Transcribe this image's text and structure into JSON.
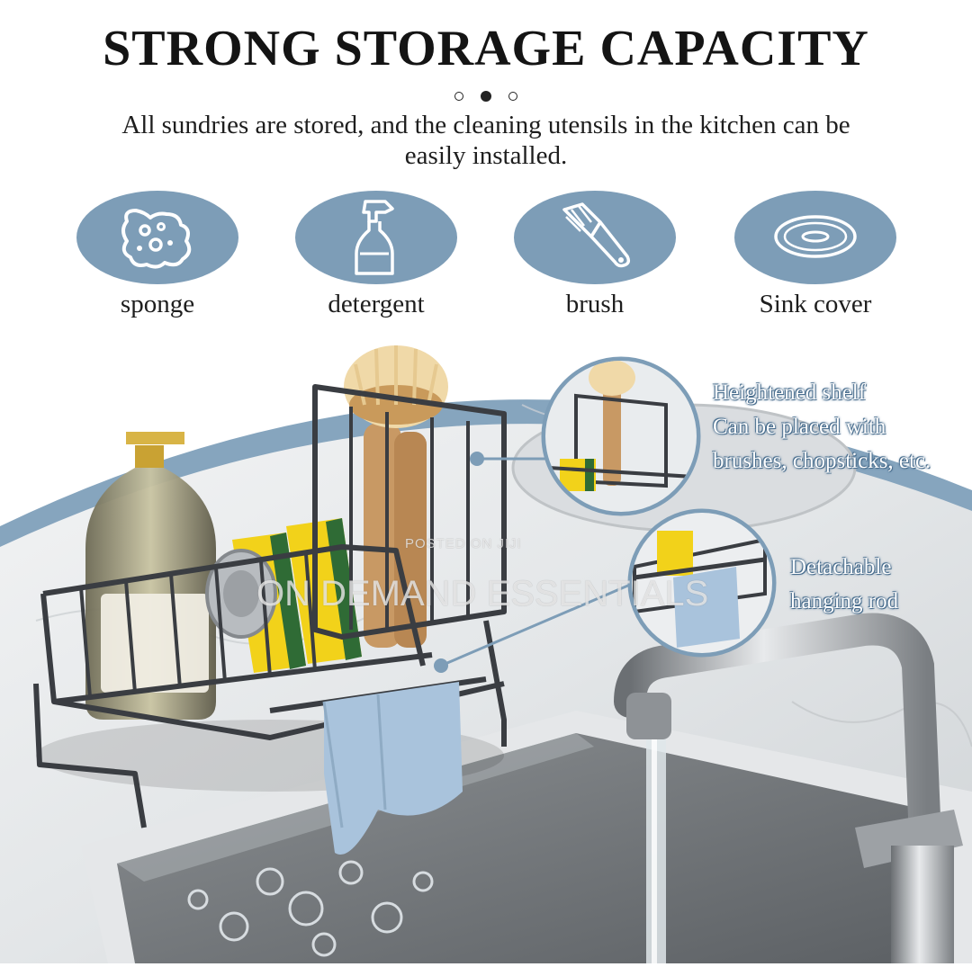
{
  "header": {
    "title": "STRONG STORAGE CAPACITY",
    "subtitle_line1": "All sundries are stored, and the cleaning utensils in the kitchen can be",
    "subtitle_line2": "easily installed."
  },
  "pagination": {
    "count": 3,
    "active_index": 1
  },
  "features": [
    {
      "label": "sponge",
      "icon": "sponge-icon"
    },
    {
      "label": "detergent",
      "icon": "spray-bottle-icon"
    },
    {
      "label": "brush",
      "icon": "brush-icon"
    },
    {
      "label": "Sink cover",
      "icon": "sink-cover-icon"
    }
  ],
  "callouts": [
    {
      "line1": "Heightened shelf",
      "line2": "Can be placed with",
      "line3": "brushes, chopsticks, etc."
    },
    {
      "line1": "Detachable",
      "line2": "hanging rod"
    }
  ],
  "watermark": {
    "small": "POSTED ON JIJI",
    "large": "ON DEMAND ESSENTIALS"
  },
  "colors": {
    "accent": "#7d9db7",
    "band": "#86a5be",
    "rack": "#3a3d42",
    "sponge_yellow": "#f2d21a",
    "sponge_green": "#2f6b35",
    "towel": "#a9c3dc"
  }
}
